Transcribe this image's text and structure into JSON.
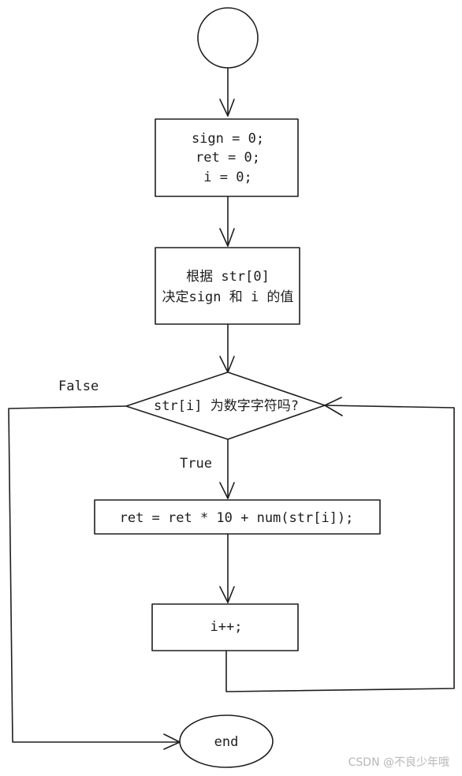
{
  "nodes": {
    "init": [
      "sign = 0;",
      "ret = 0;",
      "i = 0;"
    ],
    "sign_box": [
      "根据 str[0]",
      "决定sign 和 i 的值"
    ],
    "condition": "str[i] 为数字字符吗?",
    "compute": "ret = ret * 10 + num(str[i]);",
    "increment": "i++;",
    "end": "end"
  },
  "edge_labels": {
    "false": "False",
    "true": "True"
  },
  "watermark": "CSDN @不良少年哦"
}
